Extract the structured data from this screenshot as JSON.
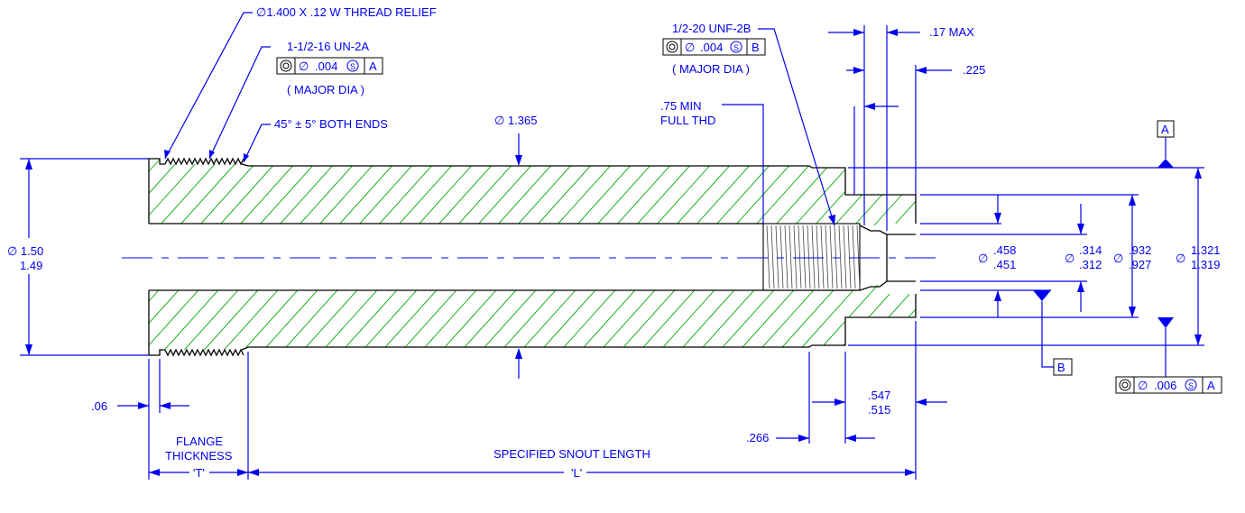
{
  "labels": {
    "thread_relief": "∅1.400 X .12 W THREAD RELIEF",
    "ext_thread": "1-1/2-16 UN-2A",
    "ext_fcf_tol": ".004",
    "ext_fcf_datum": "A",
    "major_dia": "( MAJOR  DIA )",
    "chamfer": "45° ± 5° BOTH ENDS",
    "snout_dia": "∅ 1.365",
    "full_thd_1": ".75 MIN",
    "full_thd_2": "FULL THD",
    "int_thread": "1/2-20 UNF-2B",
    "int_fcf_tol": ".004",
    "int_fcf_datum": "B",
    "major_dia_2": "( MAJOR  DIA )",
    "max_17": ".17 MAX",
    "d225": ".225",
    "datum_a": "A",
    "datum_b": "B",
    "flange_dia_1": "∅ 1.50",
    "flange_dia_2": "1.49",
    "bore_458": ".458",
    "bore_451": ".451",
    "bore_314": ".314",
    "bore_312": ".312",
    "bore_932": ".932",
    "bore_927": ".927",
    "od_1321": "1.321",
    "od_1319": "1.319",
    "dia_sym": "∅",
    "bottom_fcf_tol": ".006",
    "bottom_fcf_datum": "A",
    "d06": ".06",
    "flange_1": "FLANGE",
    "flange_2": "THICKNESS",
    "t_label": "'T'",
    "snout_length": "SPECIFIED SNOUT LENGTH",
    "l_label": "'L'",
    "d266": ".266",
    "d547": ".547",
    "d515": ".515"
  }
}
